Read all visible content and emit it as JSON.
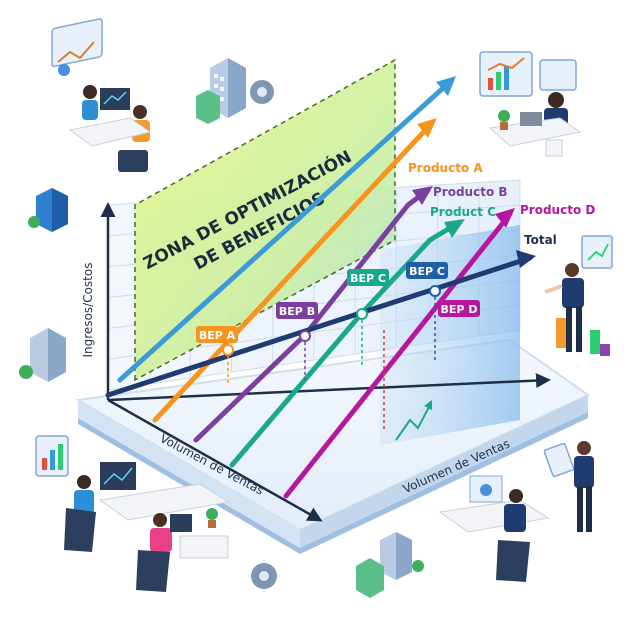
{
  "zone": {
    "line1": "ZONA DE OPTIMIZACIÓN",
    "line2": "DE BENEFICIOS"
  },
  "axes": {
    "y_label": "Ingresos/Costos",
    "x_label_left": "Volumen de Ventas",
    "x_label_right": "Volumen de Ventas"
  },
  "series": [
    {
      "name": "Producto A",
      "color": "#f7941d"
    },
    {
      "name": "Producto B",
      "color": "#7b3fa0"
    },
    {
      "name": "Product C",
      "color": "#1aa88a"
    },
    {
      "name": "Producto D",
      "color": "#b5179e"
    },
    {
      "name": "Total",
      "color": "#1f3b70"
    }
  ],
  "top_line_color": "#3b9bd9",
  "bep": [
    {
      "label": "BEP A",
      "color": "#f7941d"
    },
    {
      "label": "BEP B",
      "color": "#7b3fa0"
    },
    {
      "label": "BEP C",
      "color": "#1aa88a"
    },
    {
      "label": "BEP C",
      "color": "#1f5fa8"
    },
    {
      "label": "BEP D",
      "color": "#b5179e"
    }
  ],
  "icons": [
    "bar-chart-icon",
    "building-icon",
    "gear-icon",
    "person-icon",
    "monitor-icon",
    "plant-icon"
  ]
}
